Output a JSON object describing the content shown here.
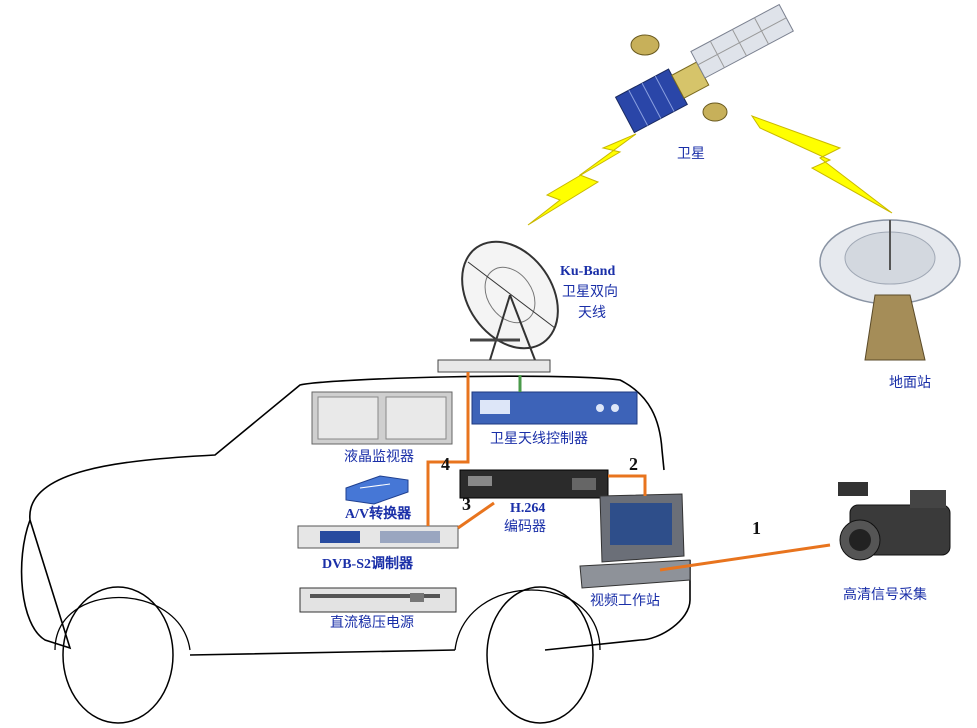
{
  "labels": {
    "satellite": "卫星",
    "ground_station": "地面站",
    "antenna_band": "Ku-Band",
    "antenna_line1": "卫星双向",
    "antenna_line2": "天线",
    "lcd_monitor": "液晶监视器",
    "antenna_controller": "卫星天线控制器",
    "av_converter": "A/V转换器",
    "encoder_model": "H.264",
    "encoder": "编码器",
    "modulator": "DVB-S2调制器",
    "power_supply": "直流稳压电源",
    "video_workstation": "视频工作站",
    "hd_capture": "高清信号采集"
  },
  "connections": [
    "1",
    "2",
    "3",
    "4"
  ],
  "colors": {
    "label_text": "#1a2fa8",
    "signal_line": "#e8741e",
    "lightning": "#ffff00",
    "car_outline": "#000000"
  },
  "icons": [
    "satellite-icon",
    "dish-antenna-icon",
    "ground-dish-icon",
    "camera-icon",
    "monitor-icon",
    "controller-icon",
    "encoder-icon",
    "converter-icon",
    "modulator-icon",
    "power-supply-icon",
    "workstation-icon"
  ]
}
